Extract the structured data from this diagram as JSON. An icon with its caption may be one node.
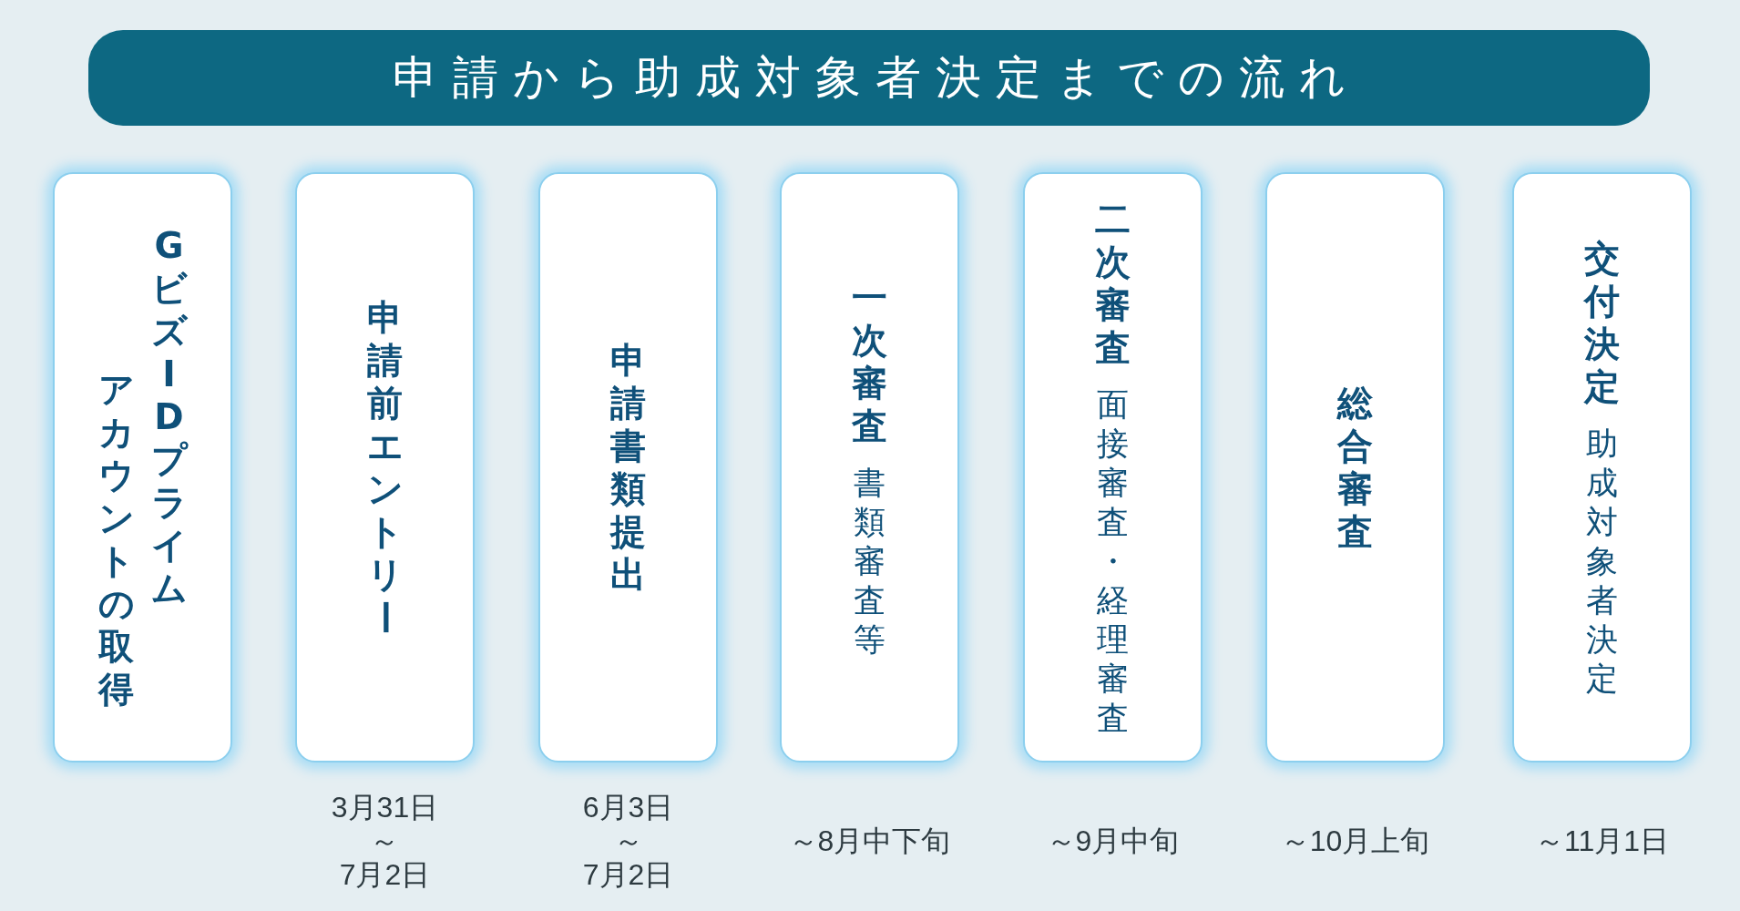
{
  "diagram": {
    "title": "申請から助成対象者決定までの流れ",
    "nodes": [
      {
        "text": [
          "GビズIDプライムアカウントの取得"
        ]
      },
      {
        "text": [
          "申請前エントリー"
        ],
        "beside": [
          "3月31日～7月2日"
        ]
      },
      {
        "text": [
          "申請書類提出"
        ],
        "beside": [
          "6月3日～7月2日"
        ]
      },
      {
        "text": [
          "一次審査",
          "書類審査等"
        ],
        "beside": [
          "～8月中下旬"
        ]
      },
      {
        "text": [
          "二次審査",
          "面接審査・経理審査"
        ],
        "beside": [
          "～9月中旬"
        ]
      },
      {
        "text": [
          "総合審査"
        ],
        "beside": [
          "～10月上旬"
        ]
      },
      {
        "text": [
          "交付決定",
          "助成対象者決定"
        ],
        "beside": [
          "～11月1日"
        ]
      }
    ]
  }
}
